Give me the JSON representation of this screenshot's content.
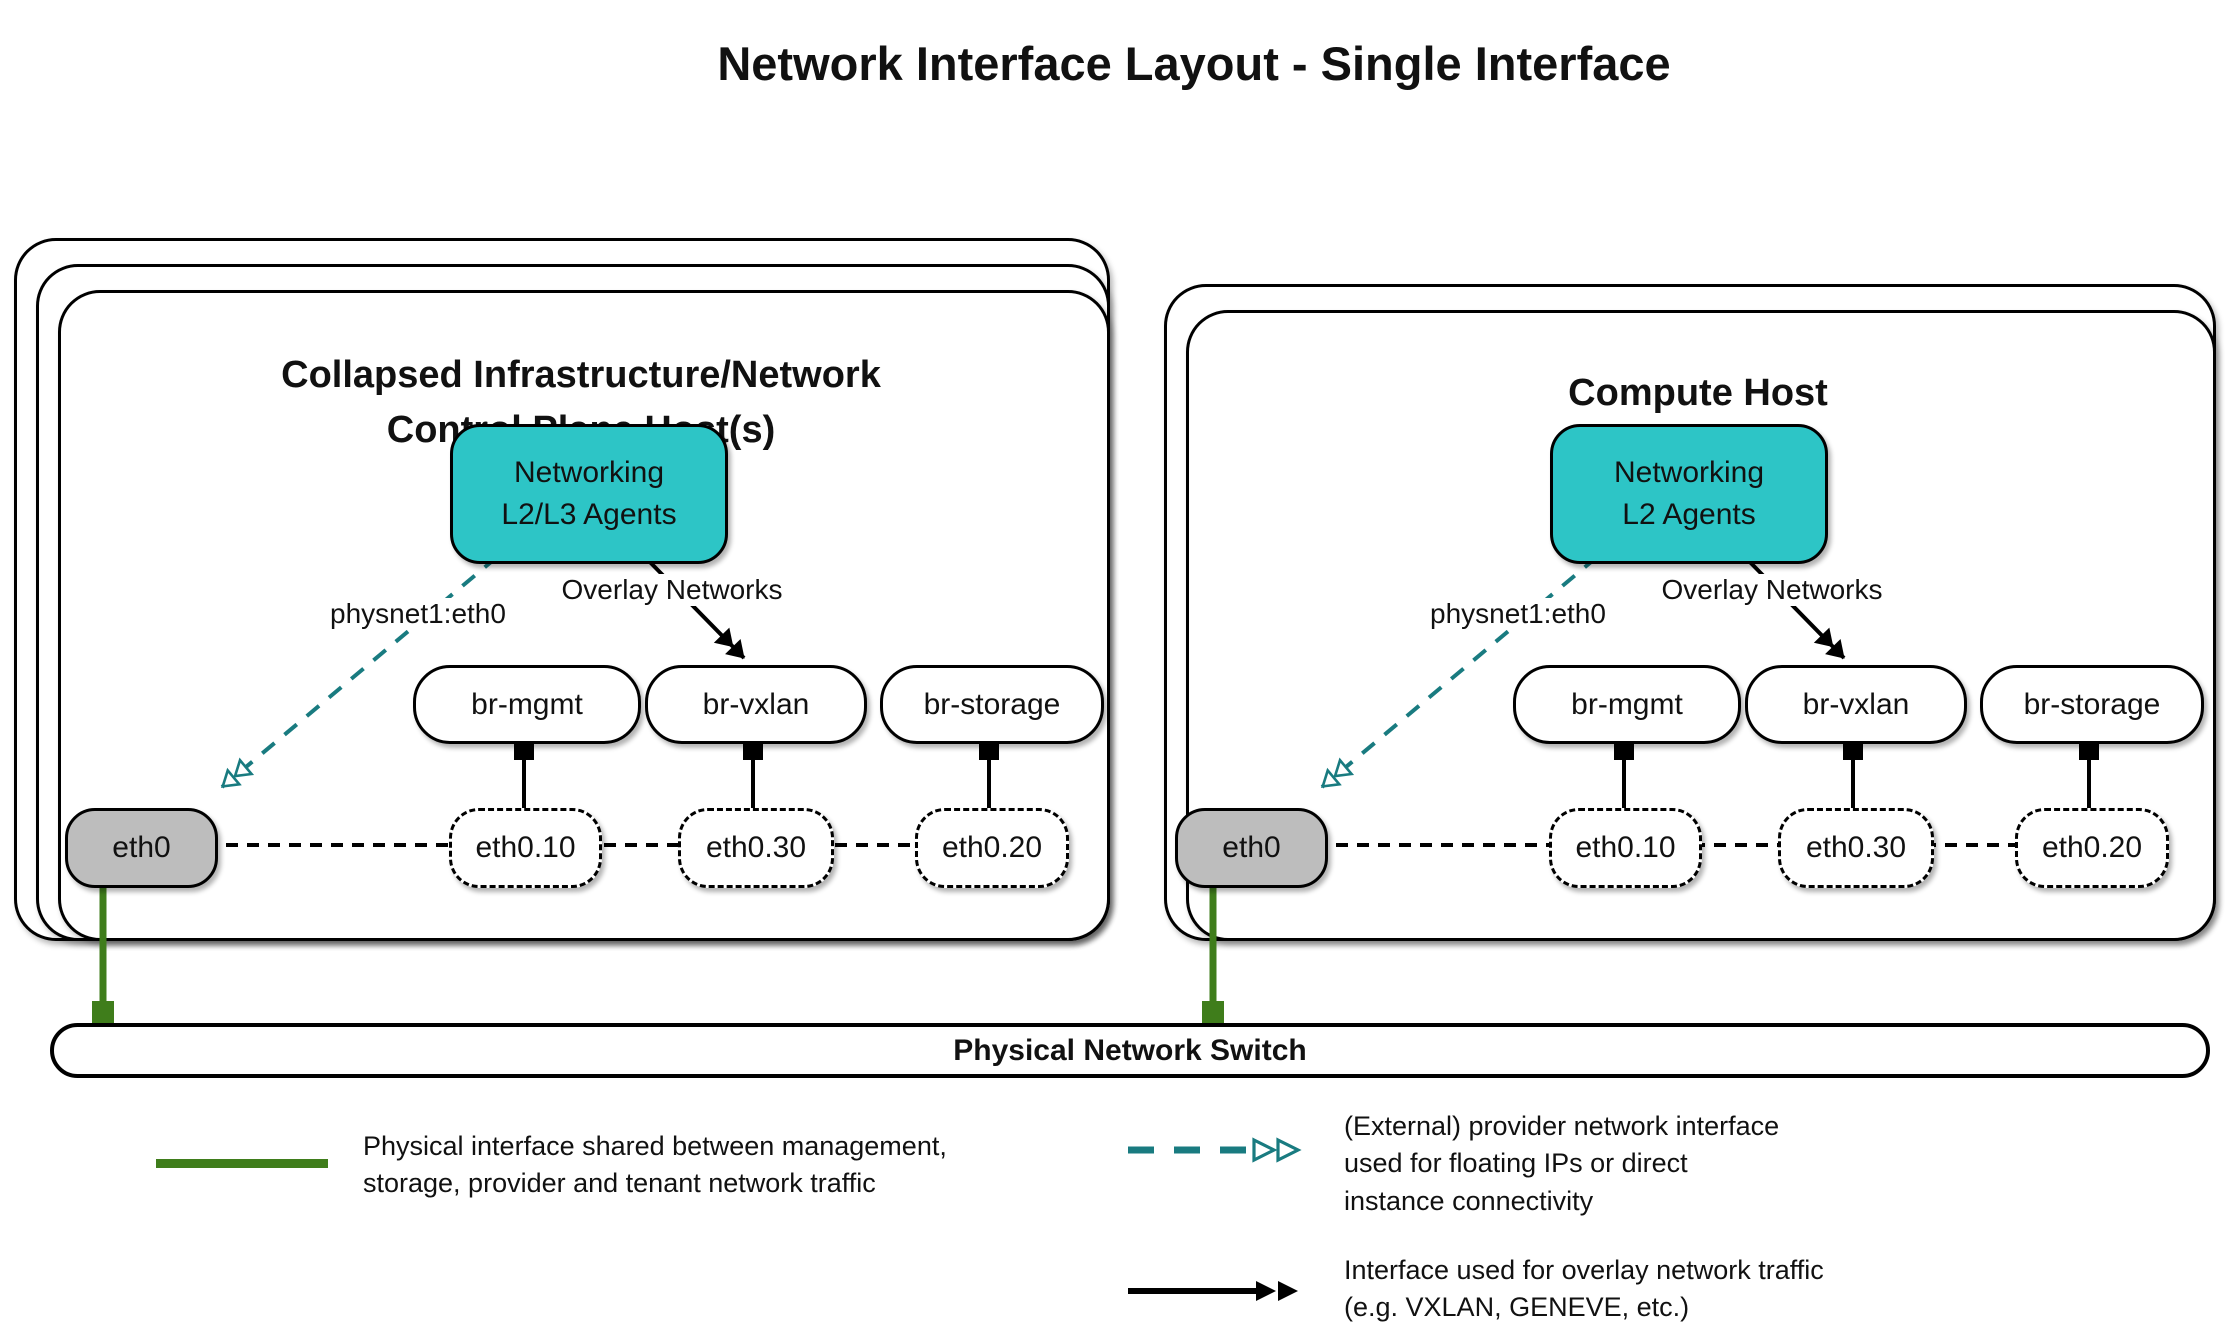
{
  "title": "Network Interface Layout - Single Interface",
  "hosts": [
    {
      "title": [
        "Collapsed Infrastructure/Network",
        "Control Plane Host(s)"
      ],
      "agent": [
        "Networking",
        "L2/L3 Agents"
      ],
      "labels": {
        "provider": "physnet1:eth0",
        "overlay": "Overlay Networks"
      },
      "bridges": [
        "br-mgmt",
        "br-vxlan",
        "br-storage"
      ],
      "phys_if": "eth0",
      "vlan_ifs": [
        "eth0.10",
        "eth0.30",
        "eth0.20"
      ]
    },
    {
      "title": [
        "Compute Host"
      ],
      "agent": [
        "Networking",
        "L2 Agents"
      ],
      "labels": {
        "provider": "physnet1:eth0",
        "overlay": "Overlay Networks"
      },
      "bridges": [
        "br-mgmt",
        "br-vxlan",
        "br-storage"
      ],
      "phys_if": "eth0",
      "vlan_ifs": [
        "eth0.10",
        "eth0.30",
        "eth0.20"
      ]
    }
  ],
  "switch_label": "Physical Network Switch",
  "legend": [
    {
      "symbol": "green-solid-line",
      "lines": [
        "Physical interface shared between management,",
        "storage, provider and tenant network traffic"
      ]
    },
    {
      "symbol": "teal-dashed-double-arrow",
      "lines": [
        "(External) provider network interface",
        "used for floating IPs or direct",
        "instance connectivity"
      ]
    },
    {
      "symbol": "black-solid-double-arrow",
      "lines": [
        "Interface used for overlay network traffic",
        "(e.g. VXLAN, GENEVE, etc.)"
      ]
    }
  ],
  "colors": {
    "agent_fill": "#2dc5c6",
    "provider_arrow": "#197b80",
    "physical_link": "#3f7d1b",
    "phys_if_fill": "#bdbdbd",
    "line": "#000000"
  }
}
